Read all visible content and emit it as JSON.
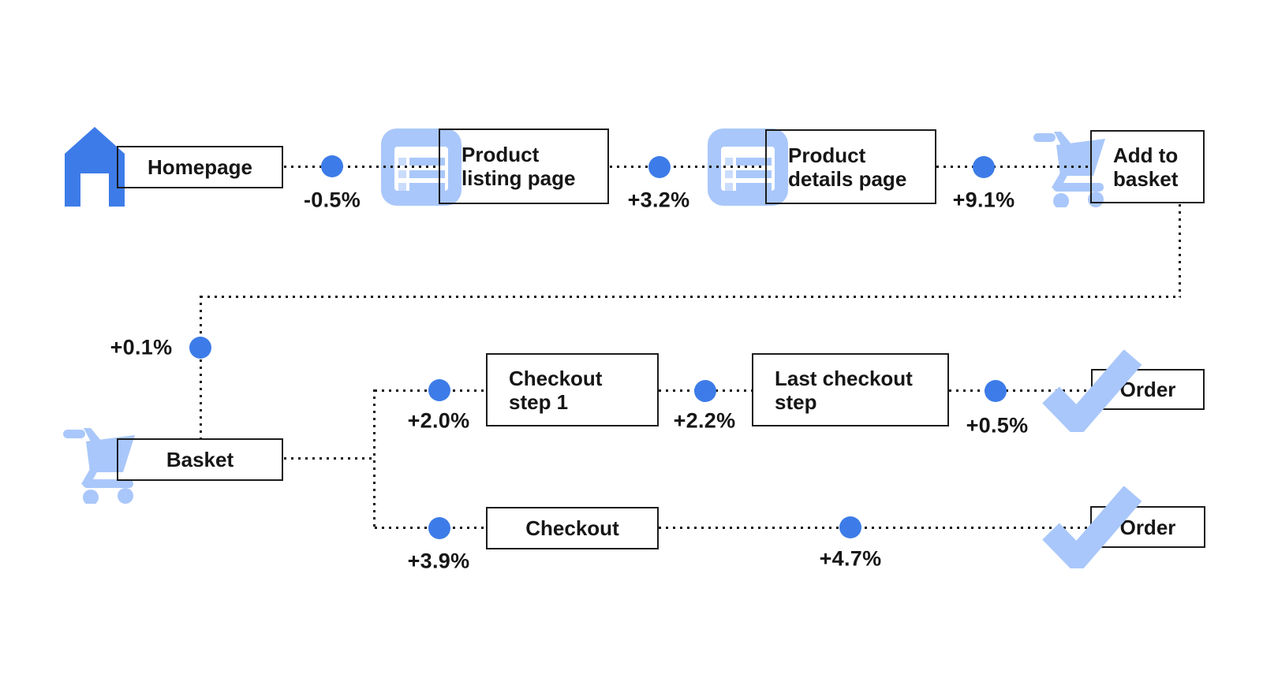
{
  "diagram": {
    "nodes": {
      "homepage": {
        "label": "Homepage",
        "icon": "home-icon"
      },
      "product_listing": {
        "line1": "Product",
        "line2": "listing page",
        "icon": "list-icon"
      },
      "product_details": {
        "line1": "Product",
        "line2": "details page",
        "icon": "list-icon"
      },
      "add_to_basket": {
        "line1": "Add to",
        "line2": "basket",
        "icon": "cart-icon"
      },
      "basket": {
        "label": "Basket",
        "icon": "cart-icon"
      },
      "checkout_step_1": {
        "line1": "Checkout",
        "line2": "step 1"
      },
      "last_checkout_step": {
        "line1": "Last checkout",
        "line2": "step"
      },
      "order_top": {
        "label": "Order",
        "icon": "check-icon"
      },
      "checkout": {
        "label": "Checkout"
      },
      "order_bottom": {
        "label": "Order",
        "icon": "check-icon"
      }
    },
    "deltas": {
      "homepage_to_listing": "-0.5%",
      "listing_to_details": "+3.2%",
      "details_to_add_to_basket": "+9.1%",
      "add_to_basket_to_basket": "+0.1%",
      "basket_to_checkout_step_1": "+2.0%",
      "checkout_step_1_to_last_checkout": "+2.2%",
      "last_checkout_to_order": "+0.5%",
      "basket_to_checkout": "+3.9%",
      "checkout_to_order": "+4.7%"
    },
    "colors": {
      "accent_blue": "#3d7ce8",
      "light_blue": "#a9c7fa",
      "line_black": "#161616"
    }
  }
}
